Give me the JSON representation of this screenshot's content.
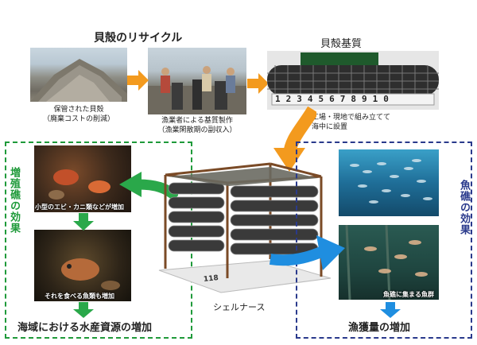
{
  "recycle": {
    "title": "貝殻のリサイクル",
    "caption1_line1": "保管された貝殻",
    "caption1_line2": "（廃棄コストの削減）",
    "caption2_line1": "漁業者による基質製作",
    "caption2_line2": "（漁業閑散期の副収入）"
  },
  "substrate": {
    "title": "貝殻基質",
    "install_line1": "工場・現地で組み立てて",
    "install_line2": "海中に設置",
    "ruler_digits": "12345678910"
  },
  "center": {
    "label": "シェルナース",
    "base_number": "118"
  },
  "left_panel": {
    "side_title": "増殖礁の効果",
    "photo1_label": "小型のエビ・カニ類などが増加",
    "photo2_label": "それを食べる魚類も増加",
    "result": "海域における水産資源の増加",
    "border_color": "#1f9a3a"
  },
  "right_panel": {
    "side_title": "魚礁の効果",
    "photo2_label": "魚礁に集まる魚群",
    "result": "漁獲量の増加",
    "border_color": "#2a3a8c"
  },
  "colors": {
    "orange_arrow": "#f39a1e",
    "green_arrow": "#2aa84a",
    "blue_arrow": "#1f8ee0"
  }
}
